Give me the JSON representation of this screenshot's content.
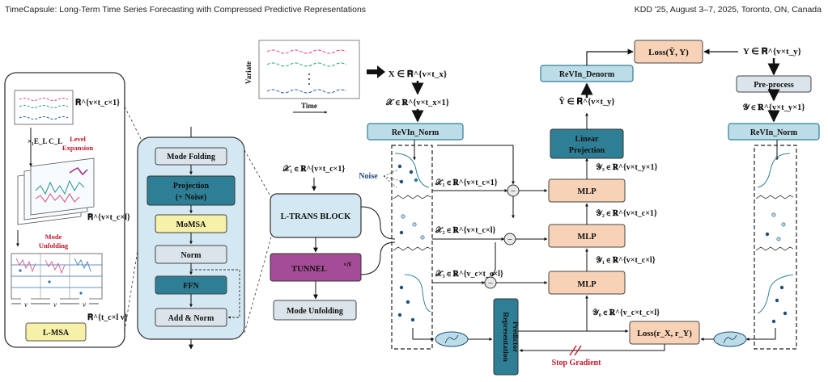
{
  "header": {
    "left": "TimeCapsule: Long-Term Time Series Forecasting with Compressed Predictive Representations",
    "right": "KDD '25, August 3–7, 2025, Toronto, ON, Canada"
  },
  "left_panel": {
    "shape_top": "𝐑^{v×t_c×1}",
    "operation": "×₁E_L C_L",
    "level_expansion": "Level Expansion",
    "shape_mid": "𝐑^{v×t_c×l}",
    "mode_unfolding": "Mode Unfolding",
    "v_marks": [
      "v",
      "v",
      "v"
    ],
    "shape_bottom": "𝐑^{t_c×l v}",
    "lmsa": "L-MSA"
  },
  "tblock": {
    "mode_folding": "Mode Folding",
    "projection": "Projection",
    "noise": "(+ Noise)",
    "momsa": "MoMSA",
    "norm": "Norm",
    "ffn": "FFN",
    "add_norm": "Add & Norm"
  },
  "mid": {
    "x1_shape": "𝒳₁ ∈ 𝐑^{v×t_c×1}",
    "ltrans": "L-TRANS BLOCK",
    "tunnel": "TUNNEL",
    "tunnel_sup": "×N",
    "mode_unfolding": "Mode Unfolding"
  },
  "input": {
    "ylabel": "Variate",
    "xlabel": "Time",
    "x_shape": "X ∈ 𝐑^{v×t_x}",
    "xc_shape": "𝒳 ∈ 𝐑^{v×t_x×1}",
    "revin_norm": "ReVIn_Norm",
    "noise": "Noise"
  },
  "branches": [
    {
      "x_label": "𝒳₁ ∈ 𝐑^{v×t_c×1}",
      "mlp": "MLP",
      "y_label": "𝒴₃ ∈ 𝐑^{v×t_y×1}"
    },
    {
      "x_label": "𝒳₂ ∈ 𝐑^{v×t_c×l}",
      "mlp": "MLP",
      "y_label": "𝒴₂ ∈ 𝐑^{v×t_c×1}"
    },
    {
      "x_label": "𝒳₃ ∈ 𝐑^{v_c×t_c×l}",
      "mlp": "MLP",
      "y_label": "𝒴₁ ∈ 𝐑^{v×t_c×l}"
    }
  ],
  "right": {
    "linear_projection_1": "Linear",
    "linear_projection_2": "Projection",
    "y_hat_shape": "Ỹ ∈ 𝐑^{v×t_y}",
    "revin_denorm": "ReVIn_Denorm",
    "loss_main": "Loss(Ỹ, Y)",
    "y_shape": "Y ∈ 𝐑^{v×t_y}",
    "preprocess": "Pre-process",
    "yc_shape": "𝒴 ∈ 𝐑^{v×t_y×1}",
    "revin_norm": "ReVIn_Norm",
    "y0_shape": "𝒴₀ ∈ 𝐑^{v_c×t_c×l}",
    "rep_predictor_1": "Representation",
    "rep_predictor_2": "Predictor",
    "loss_rep": "Loss(r_X, r_Y)",
    "stop_gradient": "Stop Gradient"
  },
  "colors": {
    "teal_light": "#bcdde8",
    "teal_dark": "#2e7f96",
    "cream": "#f6f0a8",
    "grey_box": "#dbe4ea",
    "peach": "#f8d2b6",
    "purple": "#a54c96",
    "panel_blue": "#d3e8f2",
    "stop_red": "#c0182b"
  }
}
